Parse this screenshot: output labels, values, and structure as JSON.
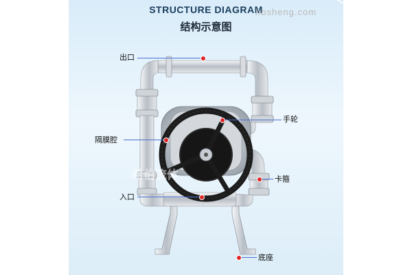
{
  "header": {
    "title_en": "STRUCTURE DIAGRAM",
    "title_cn": "结构示意图",
    "watermark": "hbsheng.com"
  },
  "labels": {
    "outlet": "出口",
    "handwheel": "手轮",
    "diaphragm_chamber": "隔膜腔",
    "clamp": "卡箍",
    "inlet": "入口",
    "base": "底座"
  },
  "brand_watermark": "希伯流体",
  "colors": {
    "background": "#dcedf8",
    "leader_line": "#4a6fd0",
    "marker": "#e02424",
    "steel": "#c9ced4",
    "wheel": "#1c1c1c"
  }
}
